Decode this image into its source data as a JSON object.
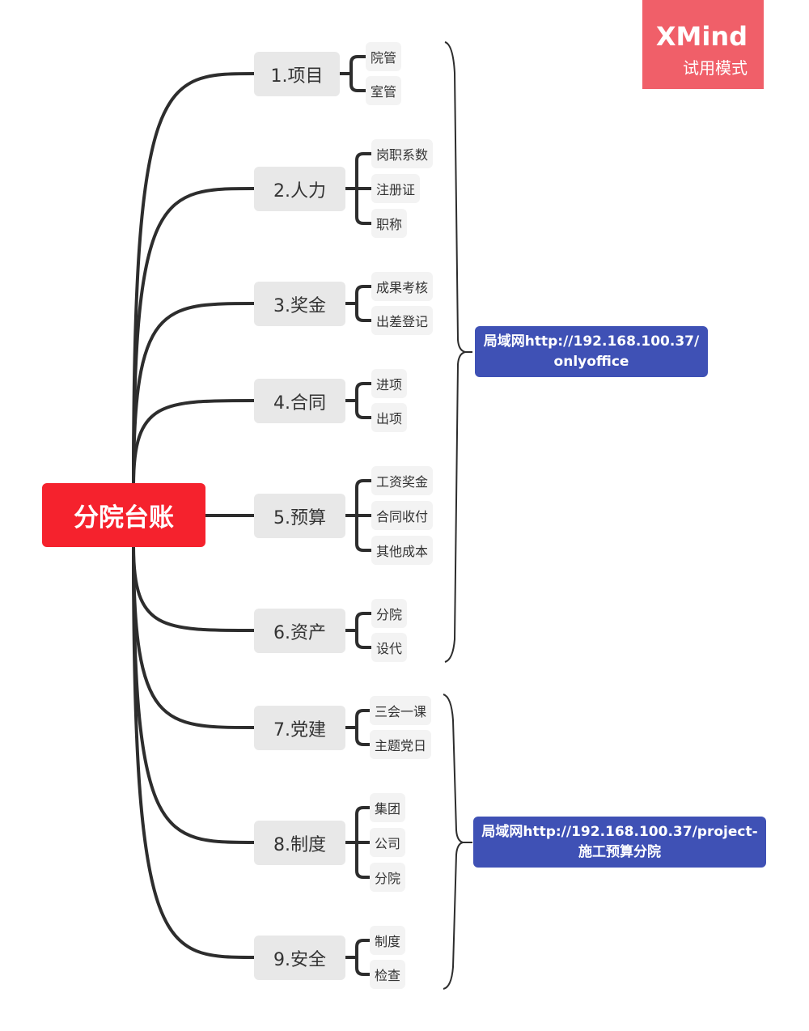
{
  "watermark": {
    "brand": "XMind",
    "mode": "试用模式"
  },
  "root": "分院台账",
  "branches": [
    {
      "label": "1.项目",
      "children": [
        "院管",
        "室管"
      ]
    },
    {
      "label": "2.人力",
      "children": [
        "岗职系数",
        "注册证",
        "职称"
      ]
    },
    {
      "label": "3.奖金",
      "children": [
        "成果考核",
        "出差登记"
      ]
    },
    {
      "label": "4.合同",
      "children": [
        "进项",
        "出项"
      ]
    },
    {
      "label": "5.预算",
      "children": [
        "工资奖金",
        "合同收付",
        "其他成本"
      ]
    },
    {
      "label": "6.资产",
      "children": [
        "分院",
        "设代"
      ]
    },
    {
      "label": "7.党建",
      "children": [
        "三会一课",
        "主题党日"
      ]
    },
    {
      "label": "8.制度",
      "children": [
        "集团",
        "公司",
        "分院"
      ]
    },
    {
      "label": "9.安全",
      "children": [
        "制度",
        "检查"
      ]
    }
  ],
  "summaries": [
    {
      "line1": "局域网http://192.168.100.37/",
      "line2": "onlyoffice"
    },
    {
      "line1": "局域网http://192.168.100.37/project-",
      "line2": "施工预算分院"
    }
  ],
  "colors": {
    "root": "#f5222d",
    "summary": "#3f51b5",
    "line": "#2d2d2d",
    "badge": "#f05f69"
  }
}
